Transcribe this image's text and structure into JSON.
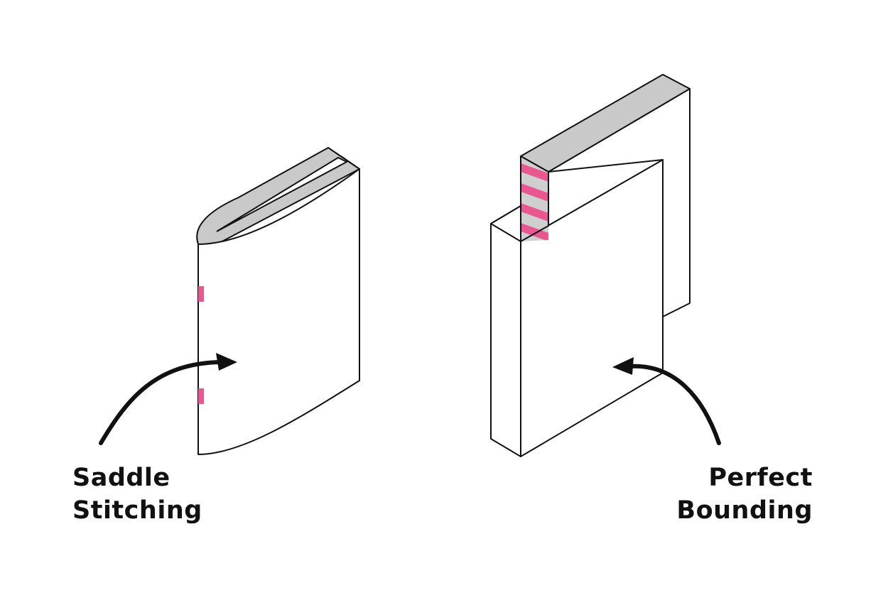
{
  "colors": {
    "background": "#ffffff",
    "outline": "#111111",
    "spine_gray": "#c9c9c9",
    "stitch_pink": "#e8578f",
    "stripe_gray": "#cfcfcf"
  },
  "diagrams": {
    "saddle": {
      "label_line1": "Saddle",
      "label_line2": "Stitching",
      "stitch_count": 2
    },
    "perfect": {
      "label_line1": "Perfect",
      "label_line2": "Bounding",
      "spine_stripe_count": 4
    }
  }
}
